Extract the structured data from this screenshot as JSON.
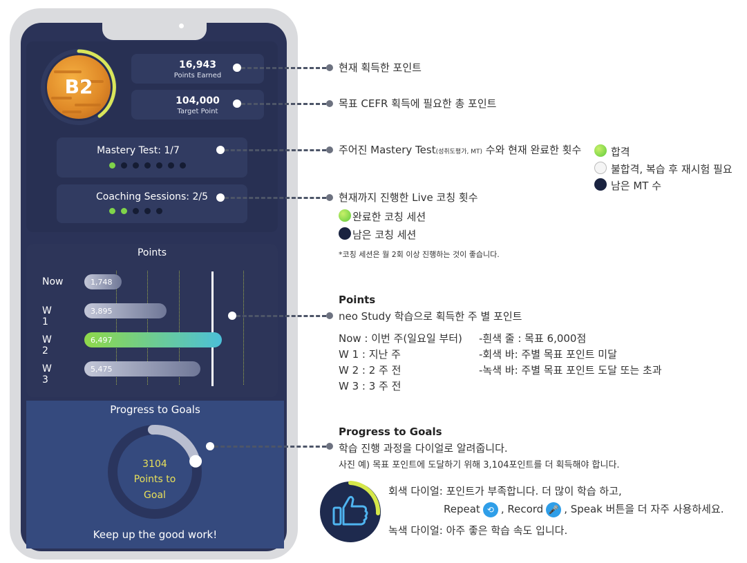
{
  "level": "B2",
  "points_earned": {
    "value": "16,943",
    "label": "Points Earned"
  },
  "target_point": {
    "value": "104,000",
    "label": "Target Point"
  },
  "mastery_test": {
    "label": "Mastery Test: 1/7",
    "done": 1,
    "total": 7
  },
  "coaching": {
    "label": "Coaching Sessions: 2/5",
    "done": 2,
    "total": 5
  },
  "points_chart": {
    "title": "Points",
    "rows": [
      {
        "label": "Now",
        "value": "1,748",
        "amount": 1748,
        "state": "below"
      },
      {
        "label": "W 1",
        "value": "3,895",
        "amount": 3895,
        "state": "below"
      },
      {
        "label": "W 2",
        "value": "6,497",
        "amount": 6497,
        "state": "reached"
      },
      {
        "label": "W 3",
        "value": "5,475",
        "amount": 5475,
        "state": "below"
      }
    ],
    "target": 6000
  },
  "progress": {
    "title": "Progress to Goals",
    "dial_number": "3104",
    "dial_line2": "Points to",
    "dial_line3": "Goal",
    "footer": "Keep up the good work!",
    "fraction": 0.17
  },
  "annotations": {
    "a1": "현재 획득한 포인트",
    "a2": "목표 CEFR 획득에 필요한 총 포인트",
    "a3_main": "주어진 Mastery Test",
    "a3_small": "(성취도평가, MT)",
    "a3_tail": " 수와 현재 완료한 횟수",
    "legend_pass": "합격",
    "legend_fail": "불합격, 복습 후 재시험 필요",
    "legend_remaining": "남은 MT 수",
    "a4": "현재까지 진행한 Live 코칭 횟수",
    "coach_done": "완료한 코칭 세션",
    "coach_left": "남은 코칭 세션",
    "coach_note": "*코칭 세션은 월 2회 이상 진행하는 것이 좋습니다.",
    "points_title": "Points",
    "points_sub": "neo Study 학습으로 획득한 주 별 포인트",
    "def_now": "Now : 이번 주(일요일 부터)",
    "def_w1": "W  1 : 지난 주",
    "def_w2": "W  2 : 2 주 전",
    "def_w3": "W  3 : 3 주 전",
    "def_white": "-흰색 줄 : 목표 6,000점",
    "def_gray": "-회색 바: 주별 목표 포인트 미달",
    "def_green": "-녹색 바: 주별 목표 포인트 도달 또는 초과",
    "prog_title": "Progress to Goals",
    "prog_line1": "학습 진행 과정을 다이얼로 알려줍니다.",
    "prog_line2": "사진 예) 목표 포인트에 도달하기 위해 3,104포인트를 더 획득해야 합니다.",
    "gray_dial": "회색 다이얼: 포인트가 부족합니다. 더 많이 학습 하고,",
    "repeat": "Repeat",
    "record": ", Record",
    "speak": ", Speak 버튼을 더 자주 사용하세요.",
    "green_dial": "녹색 다이얼: 아주 좋은 학습 속도 입니다."
  },
  "icons": {
    "thumb": "thumbs-up-icon",
    "repeat": "repeat-icon",
    "record": "microphone-icon"
  },
  "colors": {
    "screen": "#2b3358",
    "green": "#7fd44a",
    "navy": "#1a2340",
    "bar_gray": "#a8adc4"
  }
}
